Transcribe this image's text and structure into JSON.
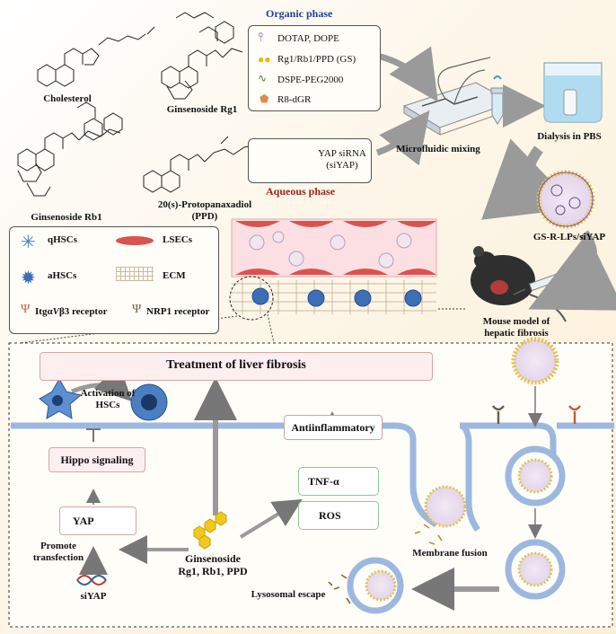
{
  "molecules": {
    "cholesterol": "Cholesterol",
    "rg1": "Ginsenoside Rg1",
    "rb1": "Ginsenoside Rb1",
    "ppd_line1": "20(s)-Protopanaxadiol",
    "ppd_line2": "(PPD)"
  },
  "organic_phase": {
    "title": "Organic phase",
    "items": [
      "DOTAP, DOPE",
      "Rg1/Rb1/PPD (GS)",
      "DSPE-PEG2000",
      "R8-dGR"
    ]
  },
  "aqueous_phase": {
    "title": "Aqueous phase",
    "sirna_line1": "YAP siRNA",
    "sirna_line2": "(siYAP)"
  },
  "process": {
    "microfluidic": "Microfluidic mixing",
    "dialysis": "Dialysis in PBS",
    "nanoparticle": "GS-R-LPs/siYAP",
    "mouse_line1": "Mouse model of",
    "mouse_line2": "hepatic fibrosis"
  },
  "legend": {
    "qhscs": "qHSCs",
    "lsecs": "LSECs",
    "ahscs": "aHSCs",
    "ecm": "ECM",
    "itg": "Itgα̅Vβ3 receptor",
    "nrp1": "NRP1 receptor"
  },
  "mechanism": {
    "treatment": "Treatment of liver fibrosis",
    "activation_line1": "Activation of",
    "activation_line2": "HSCs",
    "hippo": "Hippo signaling",
    "yap": "YAP",
    "promote_line1": "Promote",
    "promote_line2": "transfection",
    "siyap": "siYAP",
    "ginsenoside_line1": "Ginsenoside",
    "ginsenoside_line2": "Rg1, Rb1, PPD",
    "antiinflammatory": "Antiinflammatory",
    "tnf": "TNF-α",
    "ros": "ROS",
    "membrane_fusion": "Membrane fusion",
    "lysosomal_escape": "Lysosomal  escape"
  },
  "colors": {
    "down_arrow": "#8b1a1a",
    "organic_title": "#1f3f8f",
    "aqueous_title": "#a0221c",
    "membrane": "#9db8de",
    "lsec": "#d9534f",
    "hsc": "#4a7fc1"
  }
}
